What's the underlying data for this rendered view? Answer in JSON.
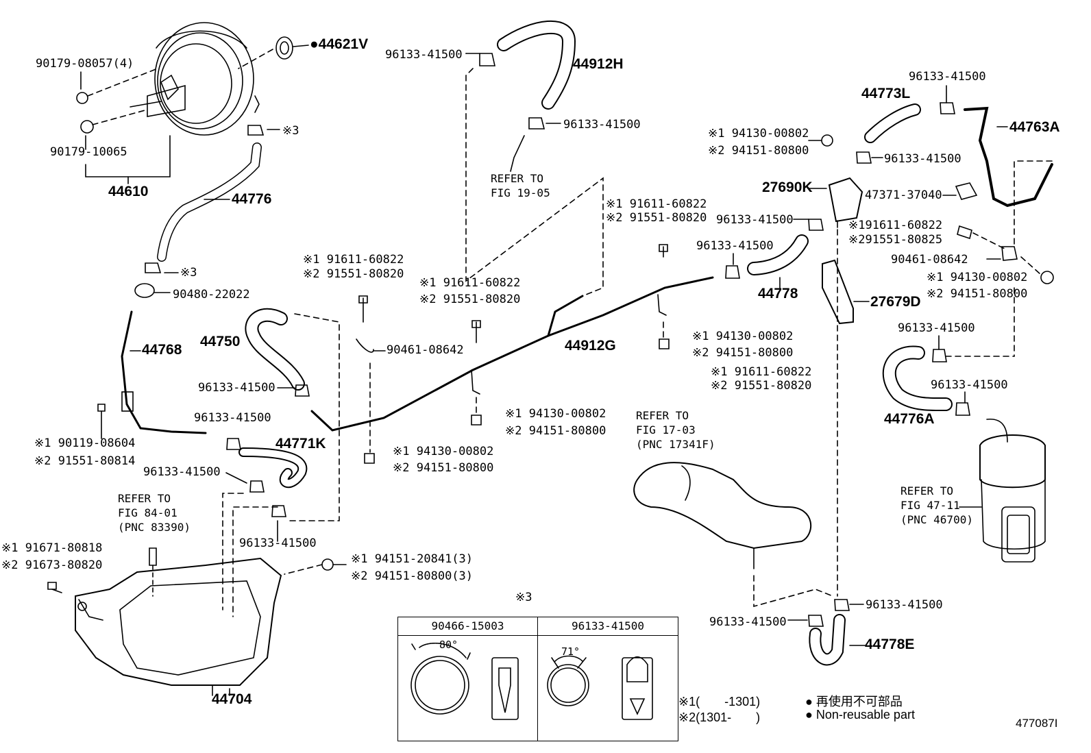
{
  "parts": {
    "p44621V": "●44621V",
    "p90179_08057": "90179-08057(4)",
    "p90179_10065": "90179-10065",
    "p44610": "44610",
    "p44776": "44776",
    "p44768": "44768",
    "p90480": "90480-22022",
    "p44750": "44750",
    "p44771K": "44771K",
    "p44704": "44704",
    "p44912H": "44912H",
    "p44912G": "44912G",
    "p44778": "44778",
    "p44773L": "44773L",
    "p44763A": "44763A",
    "p27690K": "27690K",
    "p27679D": "27679D",
    "p47371": "47371-37040",
    "p90461_a": "90461-08642",
    "p90461_b": "90461-08642",
    "p44776A": "44776A",
    "p44778E": "44778E",
    "clip": "96133-41500",
    "note3": "※3"
  },
  "pairs": {
    "bolt_a1": "※1 91611-60822",
    "bolt_a2": "※2 91551-80820",
    "nut_a1": "※1 94130-00802",
    "nut_a2": "※2 94151-80800",
    "bolt_b1": "※1 90119-08604",
    "bolt_b2": "※2 91551-80814",
    "bolt_c1": "※1 91671-80818",
    "bolt_c2": "※2 91673-80820",
    "nut_c1": "※1 94151-20841(3)",
    "nut_c2": "※2 94151-80800(3)",
    "bolt_d1": "※191611-60822",
    "bolt_d2": "※291551-80825"
  },
  "refs": {
    "fig1905": "REFER TO\nFIG 19-05",
    "fig8401": "REFER TO\nFIG 84-01\n(PNC 83390)",
    "fig1703": "REFER TO\nFIG 17-03\n(PNC 17341F)",
    "fig4711": "REFER TO\nFIG 47-11\n(PNC 46700)"
  },
  "table": {
    "title": "※3",
    "col1": "90466-15003",
    "col2": "96133-41500",
    "angle1": "80°",
    "angle2": "71°"
  },
  "legend": {
    "r1": "※1(　　-1301)",
    "r2": "※2(1301-　　)",
    "jp": "● 再使用不可部品",
    "en": "● Non-reusable part"
  },
  "figure_id": "477087I"
}
